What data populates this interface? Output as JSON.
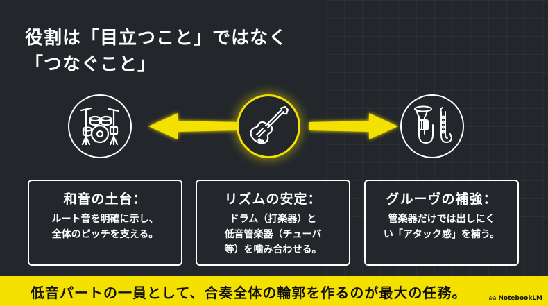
{
  "title": {
    "line1": "役割は「目立つこと」ではなく",
    "line2": "「つなぐこと」"
  },
  "icons": {
    "left": "drum-kit-icon",
    "center": "bass-guitar-icon",
    "right": "tuba-saxophone-icon"
  },
  "colors": {
    "background": "#23272b",
    "accent": "#f5e100",
    "text": "#ffffff"
  },
  "cards": [
    {
      "title": "和音の土台：",
      "body": "ルート音を明確に示し、\n全体のピッチを支える。"
    },
    {
      "title": "リズムの安定：",
      "body": "ドラム（打楽器）と\n低音管楽器（チューバ\n等）を噛み合わせる。"
    },
    {
      "title": "グルーヴの補強：",
      "body": "管楽器だけでは出しにく\nい「アタック感」を補う。"
    }
  ],
  "footer": {
    "text": "低音パートの一員として、合奏全体の輪郭を作るのが最大の任務。",
    "brand": "NotebookLM"
  }
}
